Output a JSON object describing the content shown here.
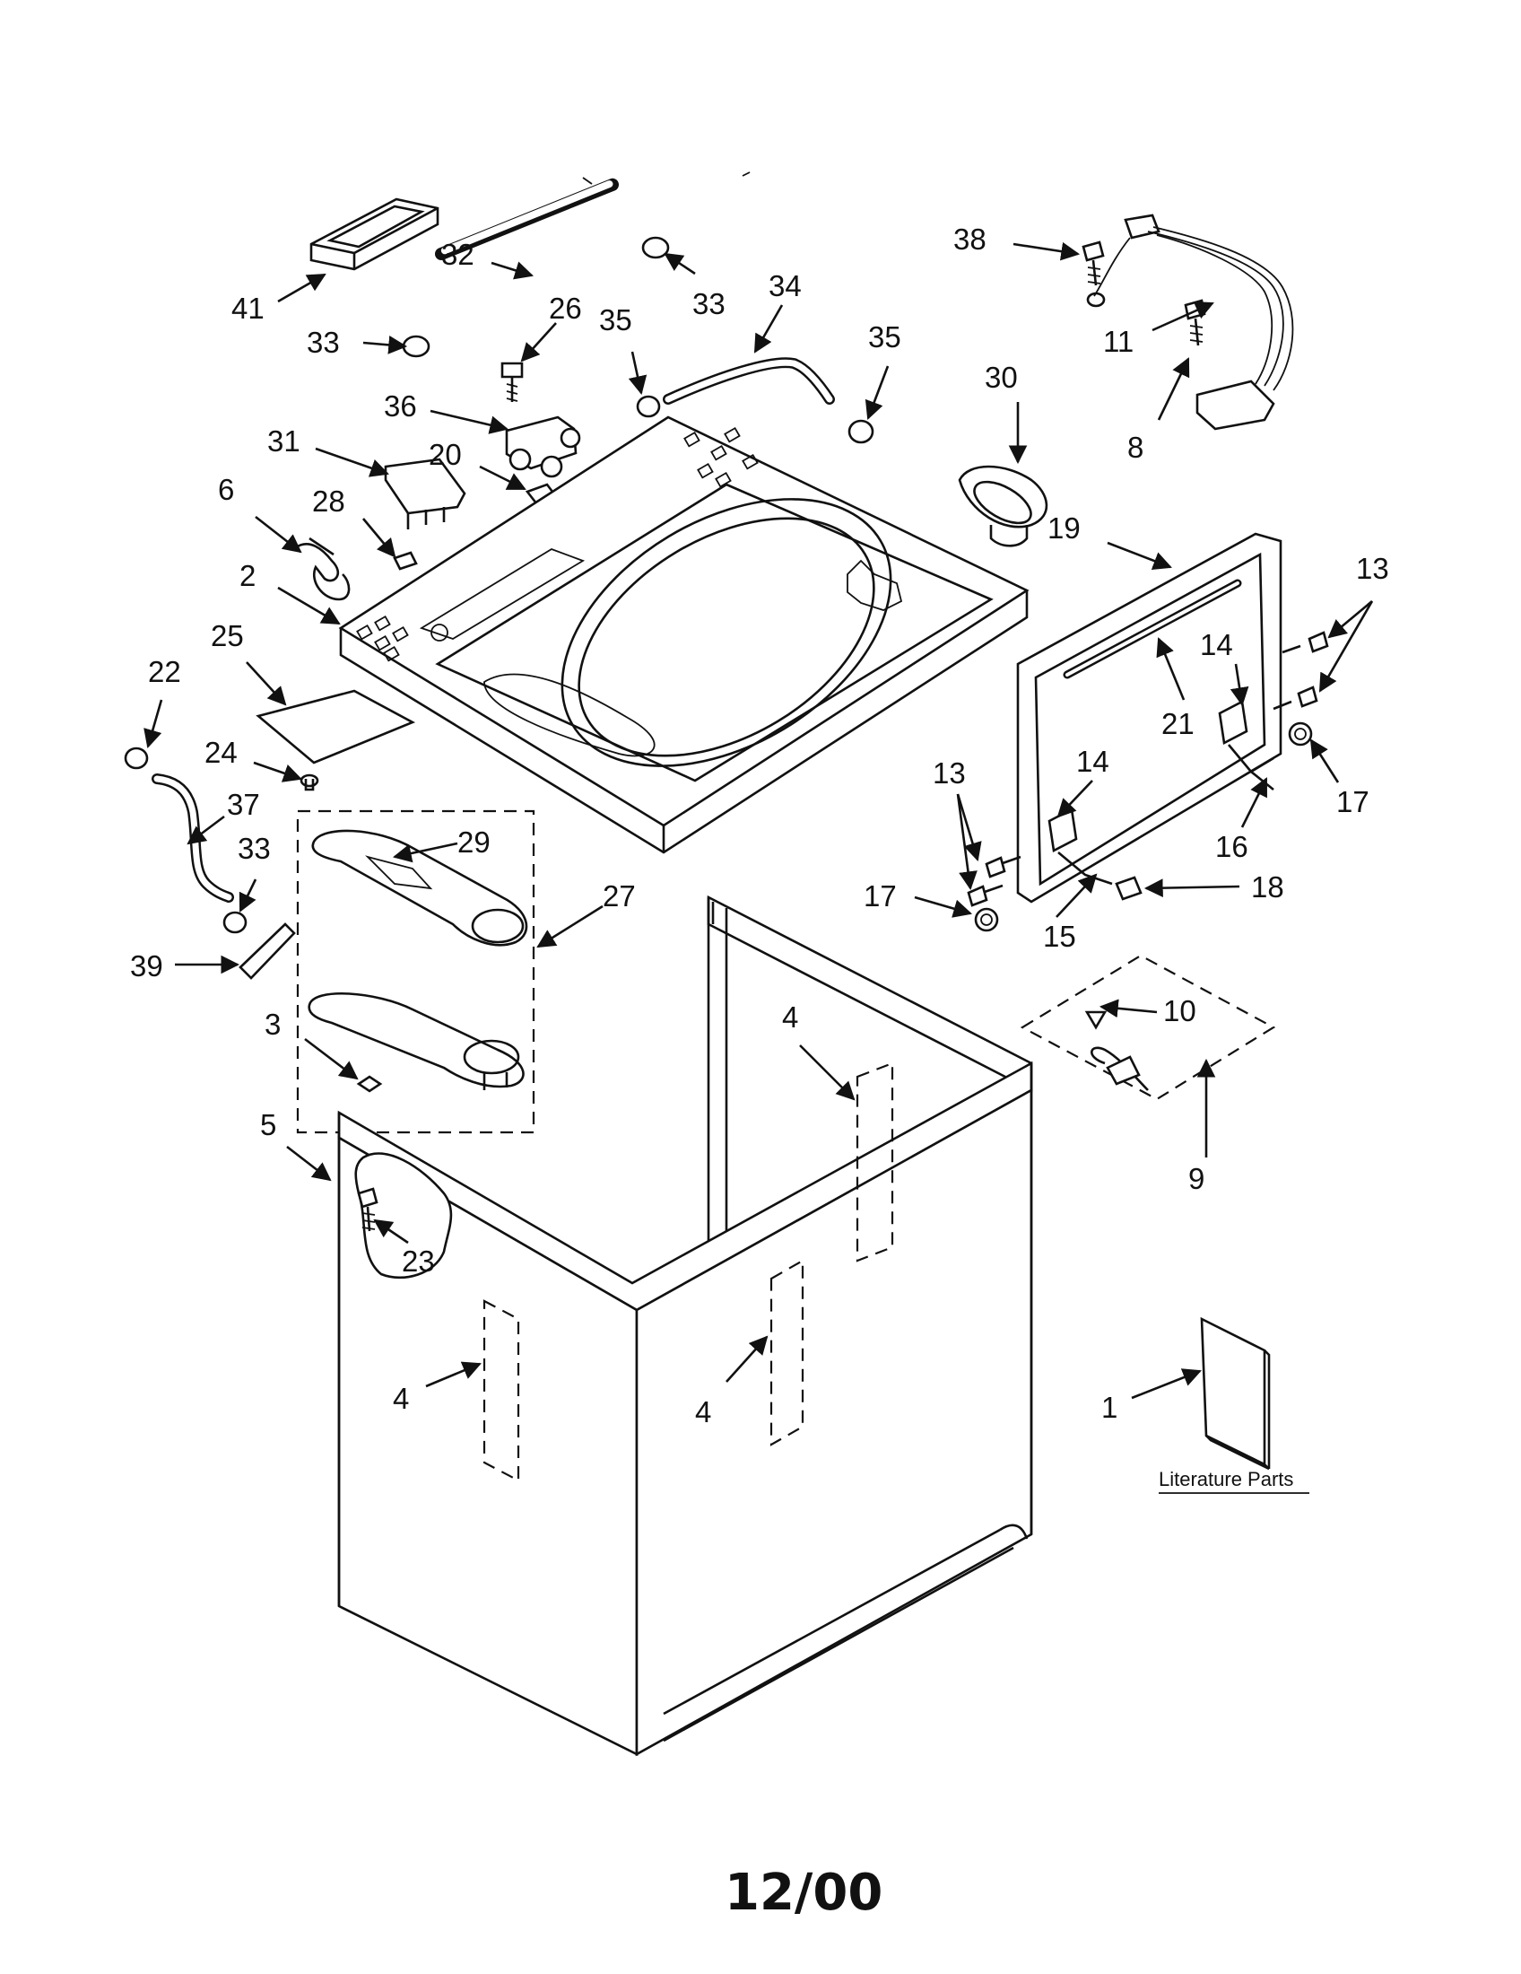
{
  "diagram": {
    "callouts": [
      "41",
      "32",
      "33",
      "33",
      "26",
      "35",
      "34",
      "35",
      "38",
      "11",
      "8",
      "36",
      "30",
      "31",
      "20",
      "6",
      "28",
      "19",
      "13",
      "2",
      "14",
      "21",
      "25",
      "22",
      "24",
      "13",
      "14",
      "17",
      "37",
      "33",
      "29",
      "16",
      "27",
      "17",
      "18",
      "15",
      "39",
      "10",
      "3",
      "4",
      "5",
      "9",
      "23",
      "4",
      "4",
      "1"
    ],
    "literature_label": "Literature Parts",
    "footer_date": "12/00"
  }
}
